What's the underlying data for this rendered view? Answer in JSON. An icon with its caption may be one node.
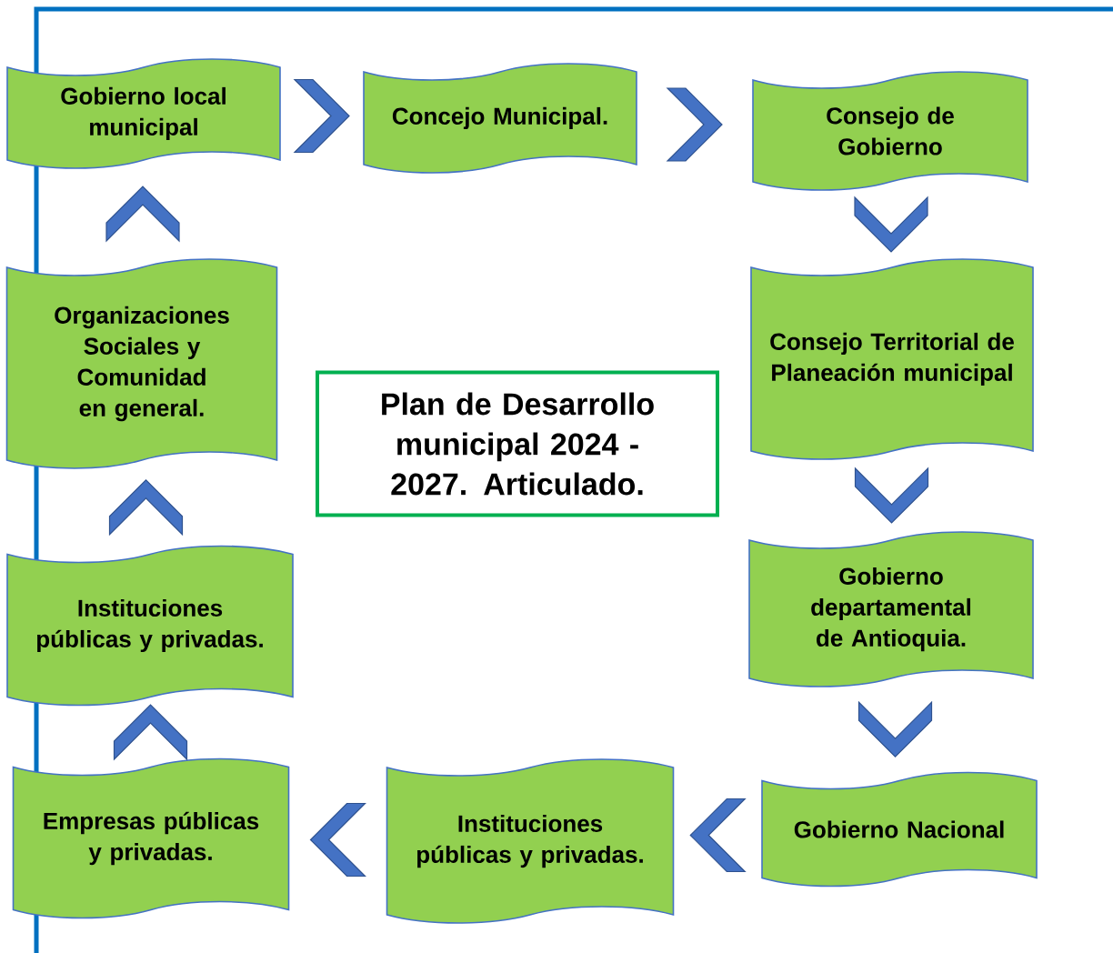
{
  "diagram": {
    "nodes": [
      {
        "text": [
          "Gobierno local municipal"
        ]
      },
      {
        "text": [
          "Concejo Municipal."
        ]
      },
      {
        "text": [
          "Consejo de Gobierno"
        ]
      },
      {
        "text": [
          "Consejo Territorial de Planeación municipal"
        ]
      },
      {
        "text": [
          "Gobierno departamental de Antioquia."
        ]
      },
      {
        "text": [
          "Gobierno Nacional"
        ]
      },
      {
        "text": [
          "Instituciones públicas y privadas."
        ]
      },
      {
        "text": [
          "Empresas públicas y privadas."
        ]
      },
      {
        "text": [
          "Instituciones públicas y privadas."
        ]
      },
      {
        "text": [
          "Organizaciones Sociales y Comunidad en general."
        ]
      },
      {
        "text": [
          "Plan de Desarrollo municipal 2024 - 2027. Articulado."
        ]
      }
    ],
    "edges": [
      {
        "from": 0,
        "to": 1,
        "arrow": "to"
      },
      {
        "from": 1,
        "to": 2,
        "arrow": "to"
      },
      {
        "from": 2,
        "to": 3,
        "arrow": "to"
      },
      {
        "from": 3,
        "to": 4,
        "arrow": "to"
      },
      {
        "from": 4,
        "to": 5,
        "arrow": "to"
      },
      {
        "from": 5,
        "to": 6,
        "arrow": "to"
      },
      {
        "from": 6,
        "to": 7,
        "arrow": "to"
      },
      {
        "from": 7,
        "to": 8,
        "arrow": "to"
      },
      {
        "from": 8,
        "to": 9,
        "arrow": "to"
      },
      {
        "from": 9,
        "to": 0,
        "arrow": "to"
      }
    ]
  }
}
